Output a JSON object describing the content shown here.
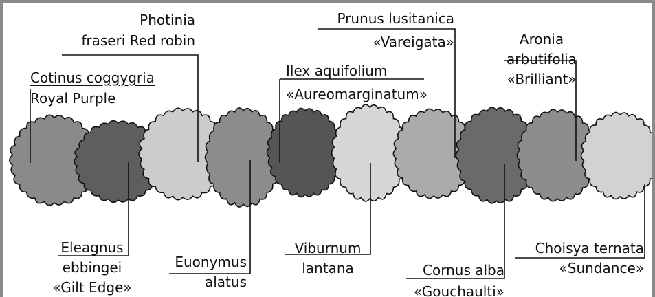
{
  "plants": [
    {
      "id": "cotinus",
      "lines": [
        "Cotinus coggygria",
        "Royal Purple"
      ],
      "color": "#8a8a8a"
    },
    {
      "id": "eleagnus",
      "lines": [
        "Eleagnus",
        "ebbingei",
        "«Gilt Edge»"
      ],
      "color": "#5e5e5e"
    },
    {
      "id": "photinia",
      "lines": [
        "Photinia",
        "fraseri Red robin"
      ],
      "color": "#cccccc"
    },
    {
      "id": "euonymus",
      "lines": [
        "Euonymus",
        "alatus"
      ],
      "color": "#8c8c8c"
    },
    {
      "id": "ilex",
      "lines": [
        "Ilex aquifolium",
        "«Aureomarginatum»"
      ],
      "color": "#555555"
    },
    {
      "id": "viburnum",
      "lines": [
        "Viburnum",
        "lantana"
      ],
      "color": "#d6d6d6"
    },
    {
      "id": "prunus",
      "lines": [
        "Prunus lusitanica",
        "«Vareigata»"
      ],
      "color": "#ababab"
    },
    {
      "id": "cornus",
      "lines": [
        "Cornus alba",
        "«Gouchaulti»"
      ],
      "color": "#6a6a6a"
    },
    {
      "id": "aronia",
      "lines": [
        "Aronia",
        "arbutifolia",
        "«Brilliant»"
      ],
      "color": "#8d8d8d"
    },
    {
      "id": "choisya",
      "lines": [
        "Choisya  ternata",
        "«Sundance»"
      ],
      "color": "#d2d2d2"
    }
  ]
}
